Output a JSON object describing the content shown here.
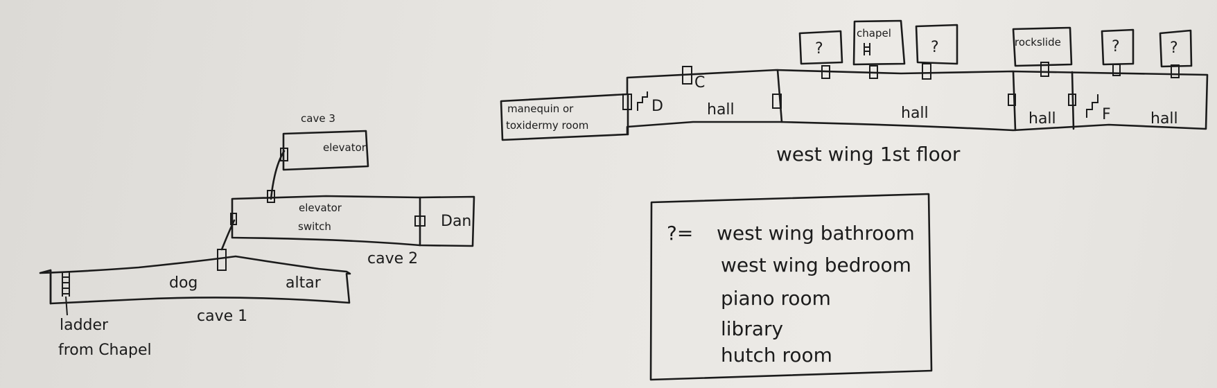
{
  "caves": {
    "cave1": {
      "label": "cave 1",
      "rooms": [
        "dog",
        "altar"
      ],
      "ladder_label_1": "ladder",
      "ladder_label_2": "from Chapel"
    },
    "cave2": {
      "label": "cave 2",
      "room_line1": "elevator",
      "room_line2": "switch",
      "side_room": "Dan"
    },
    "cave3": {
      "label": "cave 3",
      "room": "elevator"
    }
  },
  "west_wing": {
    "title": "west wing 1st floor",
    "taxidermy_line1": "manequin or",
    "taxidermy_line2": "toxidermy room",
    "stair_d": "D",
    "door_c": "C",
    "stair_f": "F",
    "halls": [
      "hall",
      "hall",
      "hall",
      "hall"
    ],
    "top_rooms": [
      "?",
      "chapel",
      "?",
      "rockslide",
      "?",
      "?"
    ]
  },
  "legend": {
    "symbol": "?=",
    "items": [
      "west wing bathroom",
      "west wing bedroom",
      "piano room",
      "library",
      "hutch room"
    ]
  }
}
